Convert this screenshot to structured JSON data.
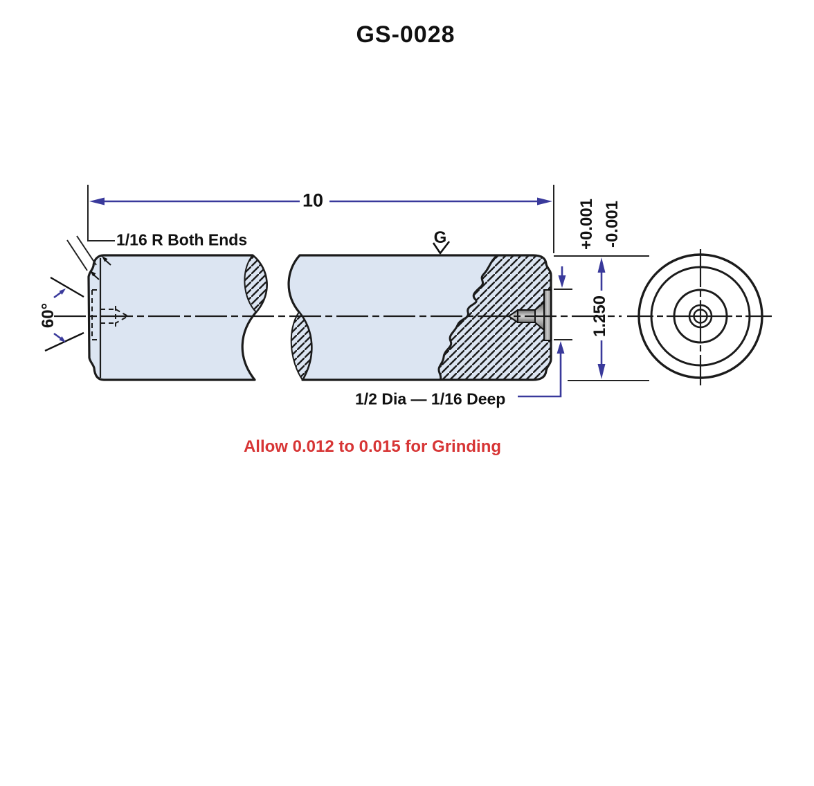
{
  "title": "GS-0028",
  "annotations": {
    "length_dim": "10",
    "radius_note": "1/16 R Both Ends",
    "grind_symbol_label": "G",
    "tolerance_plus": "+0.001",
    "tolerance_minus": "-0.001",
    "diameter_dim": "1.250",
    "angle_dim": "60°",
    "recess_note": "1/2 Dia — 1/16 Deep",
    "grinding_allowance_note": "Allow 0.012 to 0.015 for Grinding"
  },
  "colors": {
    "dimension_blue": "#39399b",
    "note_red": "#d73535",
    "shaft_fill": "#dce5f2",
    "line": "#1b1b1b"
  }
}
